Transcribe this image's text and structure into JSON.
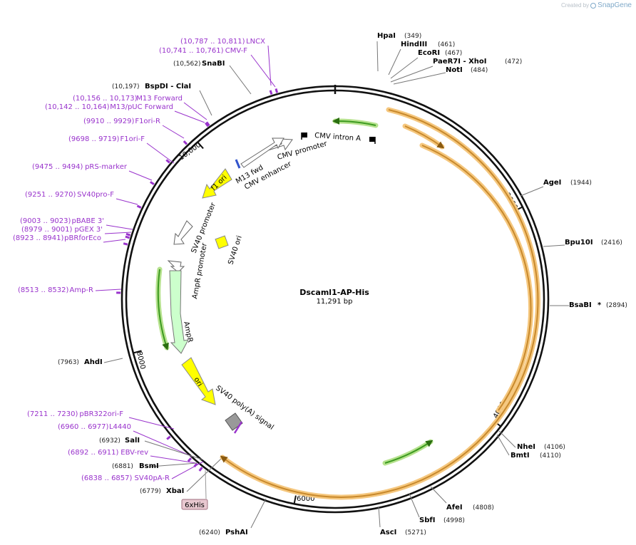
{
  "credit": {
    "created_by": "Created by",
    "brand": "SnapGene"
  },
  "plasmid": {
    "name": "Dscaml1-AP-His",
    "size_label": "11,291 bp",
    "total_bp": 11291
  },
  "ticks": [
    {
      "label": "2000",
      "bp": 2000
    },
    {
      "label": "4000",
      "bp": 4000
    },
    {
      "label": "6000",
      "bp": 6000
    },
    {
      "label": "8000",
      "bp": 8000
    },
    {
      "label": "10,000",
      "bp": 10000
    }
  ],
  "enzymes": [
    {
      "id": "hpai",
      "name": "HpaI",
      "pos": "(349)",
      "bp": 349,
      "star": ""
    },
    {
      "id": "hindiii",
      "name": "HindIII",
      "pos": "(461)",
      "bp": 461,
      "star": ""
    },
    {
      "id": "ecori",
      "name": "EcoRI",
      "pos": "(467)",
      "bp": 467,
      "star": ""
    },
    {
      "id": "paer7i-xhoi",
      "name": "PaeR7I - XhoI",
      "pos": "(472)",
      "bp": 472,
      "star": ""
    },
    {
      "id": "noti",
      "name": "NotI",
      "pos": "(484)",
      "bp": 484,
      "star": ""
    },
    {
      "id": "agei",
      "name": "AgeI",
      "pos": "(1944)",
      "bp": 1944,
      "star": ""
    },
    {
      "id": "bpu10i",
      "name": "Bpu10I",
      "pos": "(2416)",
      "bp": 2416,
      "star": ""
    },
    {
      "id": "bsabi",
      "name": "BsaBI",
      "pos": "(2894)",
      "bp": 2894,
      "star": "*"
    },
    {
      "id": "nhei",
      "name": "NheI",
      "pos": "(4106)",
      "bp": 4106,
      "star": ""
    },
    {
      "id": "bmti",
      "name": "BmtI",
      "pos": "(4110)",
      "bp": 4110,
      "star": ""
    },
    {
      "id": "afei",
      "name": "AfeI",
      "pos": "(4808)",
      "bp": 4808,
      "star": ""
    },
    {
      "id": "sbfi",
      "name": "SbfI",
      "pos": "(4998)",
      "bp": 4998,
      "star": ""
    },
    {
      "id": "asci",
      "name": "AscI",
      "pos": "(5271)",
      "bp": 5271,
      "star": ""
    },
    {
      "id": "psha1",
      "name": "PshAI",
      "pos": "(6240)",
      "bp": 6240,
      "star": ""
    },
    {
      "id": "xbai",
      "name": "XbaI",
      "pos": "(6779)",
      "bp": 6779,
      "star": ""
    },
    {
      "id": "bsmi",
      "name": "BsmI",
      "pos": "(6881)",
      "bp": 6881,
      "star": ""
    },
    {
      "id": "sali",
      "name": "SalI",
      "pos": "(6932)",
      "bp": 6932,
      "star": ""
    },
    {
      "id": "ahdi",
      "name": "AhdI",
      "pos": "(7963)",
      "bp": 7963,
      "star": ""
    },
    {
      "id": "bspdi-clai",
      "name": "BspDI - ClaI",
      "pos": "(10,197)",
      "bp": 10197,
      "star": ""
    },
    {
      "id": "snabi",
      "name": "SnaBI",
      "pos": "(10,562)",
      "bp": 10562,
      "star": ""
    }
  ],
  "primers": [
    {
      "id": "lncx",
      "name": "LNCX",
      "pos": "(10,787 .. 10,811)",
      "bp": 10799
    },
    {
      "id": "cmv-f",
      "name": "CMV-F",
      "pos": "(10,741 .. 10,761)",
      "bp": 10751
    },
    {
      "id": "m13-forward",
      "name": "M13 Forward",
      "pos": "(10,156 .. 10,173)",
      "bp": 10164
    },
    {
      "id": "m13-puc-forward",
      "name": "M13/pUC Forward",
      "pos": "(10,142 .. 10,164)",
      "bp": 10153
    },
    {
      "id": "f1ori-r",
      "name": "F1ori-R",
      "pos": "(9910 .. 9929)",
      "bp": 9920
    },
    {
      "id": "f1ori-f",
      "name": "F1ori-F",
      "pos": "(9698 .. 9719)",
      "bp": 9709
    },
    {
      "id": "prs-marker",
      "name": "pRS-marker",
      "pos": "(9475 .. 9494)",
      "bp": 9485
    },
    {
      "id": "sv40pro-f",
      "name": "SV40pro-F",
      "pos": "(9251 .. 9270)",
      "bp": 9261
    },
    {
      "id": "pbabe-3",
      "name": "pBABE 3'",
      "pos": "(9003 .. 9023)",
      "bp": 9013
    },
    {
      "id": "pgex-3",
      "name": "pGEX 3'",
      "pos": "(8979 .. 9001)",
      "bp": 8990
    },
    {
      "id": "pbrforeco",
      "name": "pBRforEco",
      "pos": "(8923 .. 8941)",
      "bp": 8932
    },
    {
      "id": "amp-r",
      "name": "Amp-R",
      "pos": "(8513 .. 8532)",
      "bp": 8522
    },
    {
      "id": "pbr322ori-f",
      "name": "pBR322ori-F",
      "pos": "(7211 .. 7230)",
      "bp": 7220
    },
    {
      "id": "l4440",
      "name": "L4440",
      "pos": "(6960 .. 6977)",
      "bp": 6968
    },
    {
      "id": "ebv-rev",
      "name": "EBV-rev",
      "pos": "(6892 .. 6911)",
      "bp": 6901
    },
    {
      "id": "sv40pa-r",
      "name": "SV40pA-R",
      "pos": "(6838 .. 6857)",
      "bp": 6847
    }
  ],
  "features": {
    "cmv_intron": "CMV intron A",
    "cmv_promoter": "CMV promoter",
    "cmv_enhancer": "CMV enhancer",
    "m13_fwd": "M13 fwd",
    "f1_ori": "f1 ori",
    "sv40_promoter": "SV40 promoter",
    "sv40_ori": "SV40 ori",
    "ampr_promoter": "AmpR promoter",
    "ampr": "AmpR",
    "ori": "ori",
    "sv40_polya": "SV40 poly(A) signal",
    "his_tag": "6xHis"
  },
  "colors": {
    "backbone": "#111111",
    "primer": "#9933cc",
    "orf_outline": "#f5c77e",
    "orf_fill": "#c8892c",
    "green_outline": "#b6e28e",
    "green_fill": "#3c9a20",
    "ori_yellow": "#ffff00",
    "ampr_fill": "#ccffcc",
    "his_fill": "#e8c8d0"
  }
}
